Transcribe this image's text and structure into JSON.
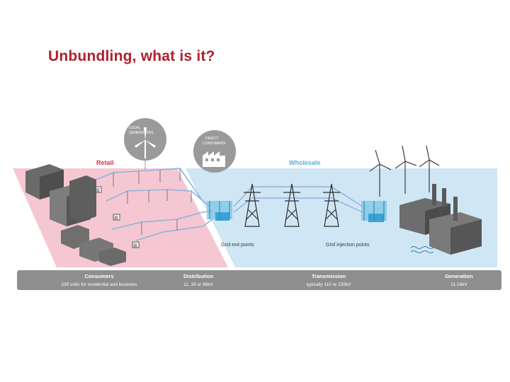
{
  "slide": {
    "title": "Unbundling, what is it?"
  },
  "diagram": {
    "zones": {
      "retail": "Retail",
      "wholesale": "Wholesale"
    },
    "bubbles": {
      "local_generators": [
        "LOCAL",
        "GENERATORS"
      ],
      "direct_consumers": [
        "DIRECT",
        "CONSUMERS"
      ]
    },
    "points": {
      "grid_exit": "Grid exit points",
      "grid_injection": "Grid injection points"
    },
    "meter_symbol": "⊞",
    "legend": [
      {
        "title": "Consumers",
        "subtitle": "230 volts for residential and business"
      },
      {
        "title": "Distribution",
        "subtitle": "11, 33 or 66kV"
      },
      {
        "title": "Transmission",
        "subtitle": "typically 110 or 220kV"
      },
      {
        "title": "Generation",
        "subtitle": "11-16kV"
      }
    ],
    "colors": {
      "retail_zone": "#f5c7d2",
      "wholesale_zone": "#cfe6f4",
      "retail_label": "#d8334a",
      "wholesale_label": "#5ab0dc",
      "legend_bar": "#8e8e8e",
      "title": "#b0212b"
    }
  }
}
